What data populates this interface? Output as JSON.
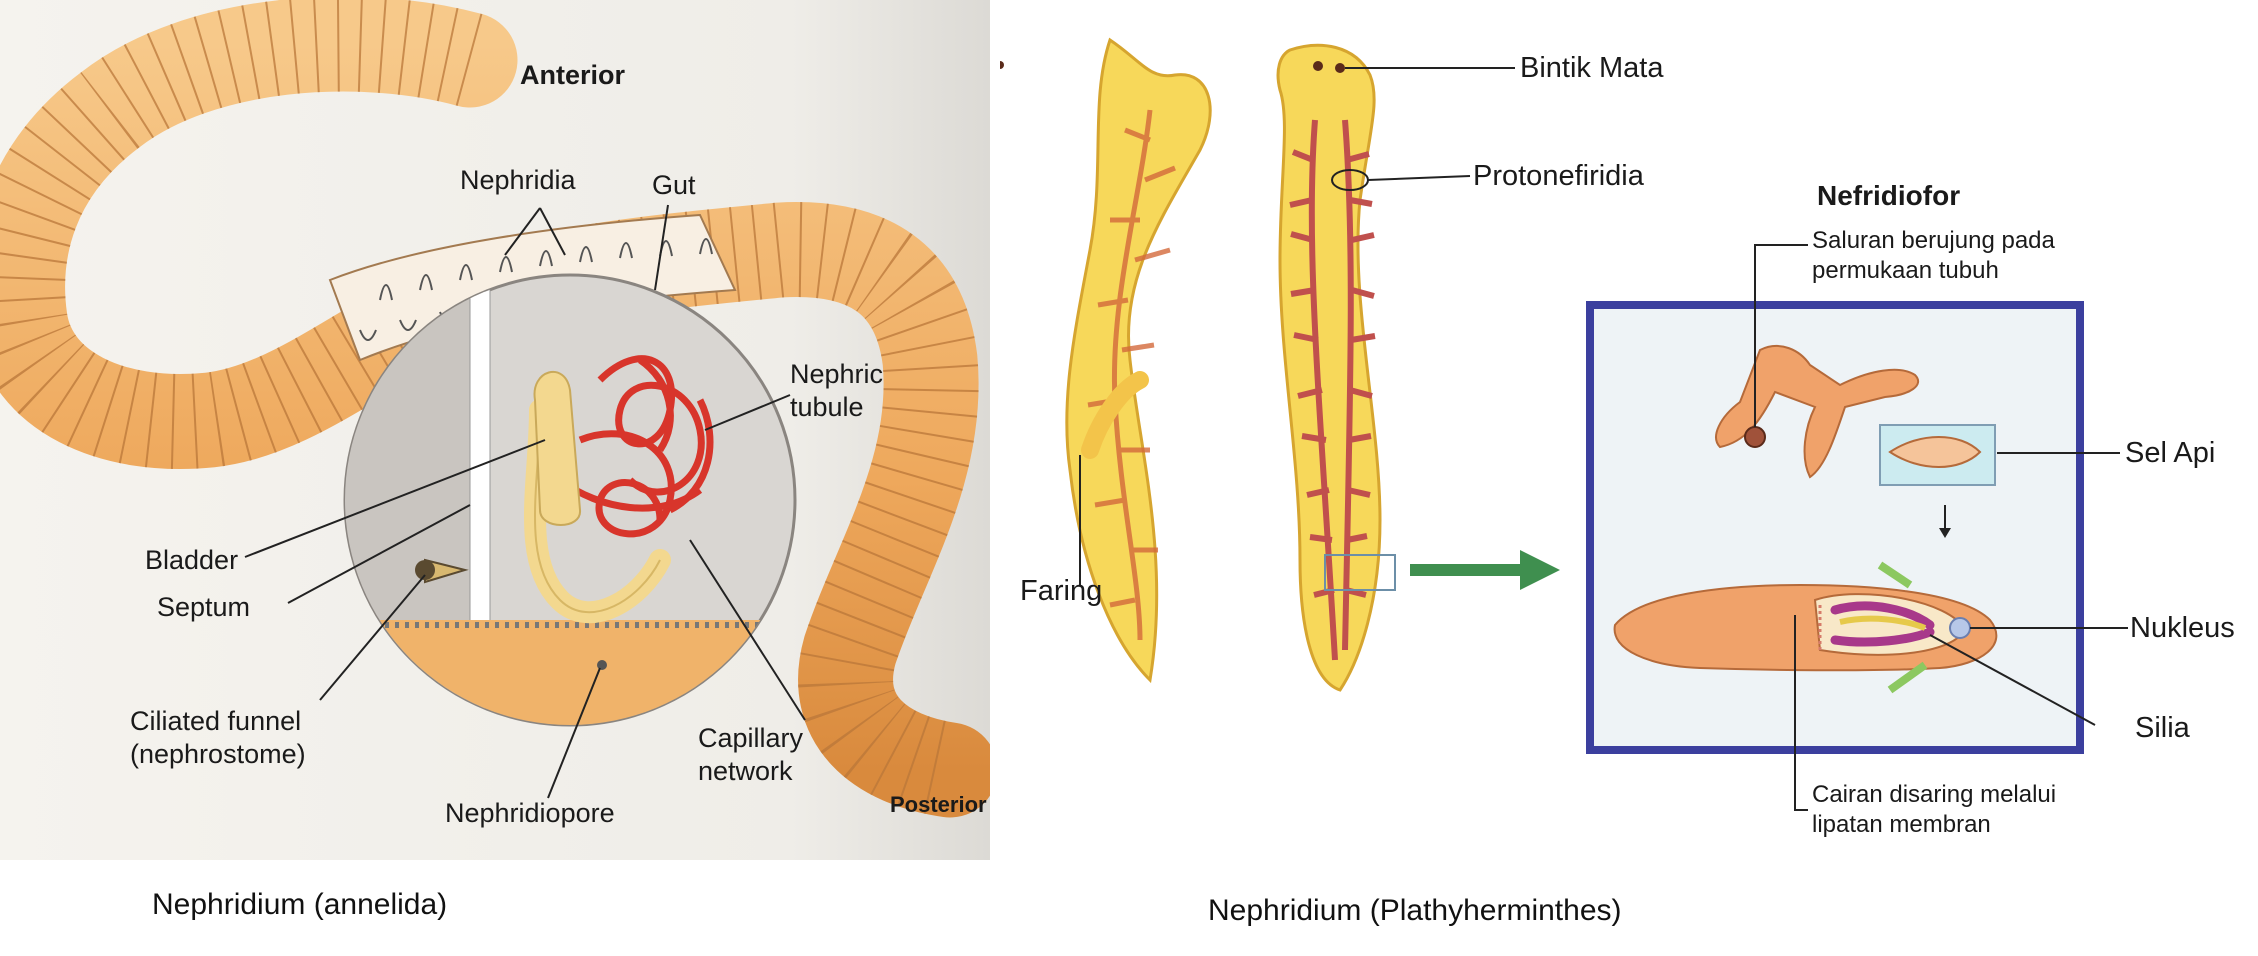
{
  "left_panel": {
    "labels": {
      "anterior": "Anterior",
      "nephridia": "Nephridia",
      "gut": "Gut",
      "nephric_tubule": "Nephric tubule",
      "bladder": "Bladder",
      "septum": "Septum",
      "ciliated_funnel": "Ciliated funnel (nephrostome)",
      "capillary_network": "Capillary network",
      "nephridiopore": "Nephridiopore",
      "posterior": "Posterior"
    },
    "caption": "Nephridium (annelida)"
  },
  "right_panel": {
    "labels": {
      "bintik_mata": "Bintik Mata",
      "protonefiridia": "Protonefiridia",
      "nefridiofor": "Nefridiofor",
      "saluran": "Saluran berujung pada permukaan tubuh",
      "sel_api": "Sel Api",
      "faring": "Faring",
      "nukleus": "Nukleus",
      "silia": "Silia",
      "cairan": "Cairan disaring melalui lipatan membran"
    },
    "caption": "Nephridium (Plathyherminthes)"
  },
  "colors": {
    "worm_body": "#f2b36b",
    "worm_segment_line": "#b9773a",
    "capillary": "#d8352b",
    "tubule": "#f3d88f",
    "flatworm_body": "#f7d85a",
    "flatworm_branch": "#c0504d",
    "frame_border": "#3b3f9e",
    "arrow_green": "#3f8f4f"
  }
}
